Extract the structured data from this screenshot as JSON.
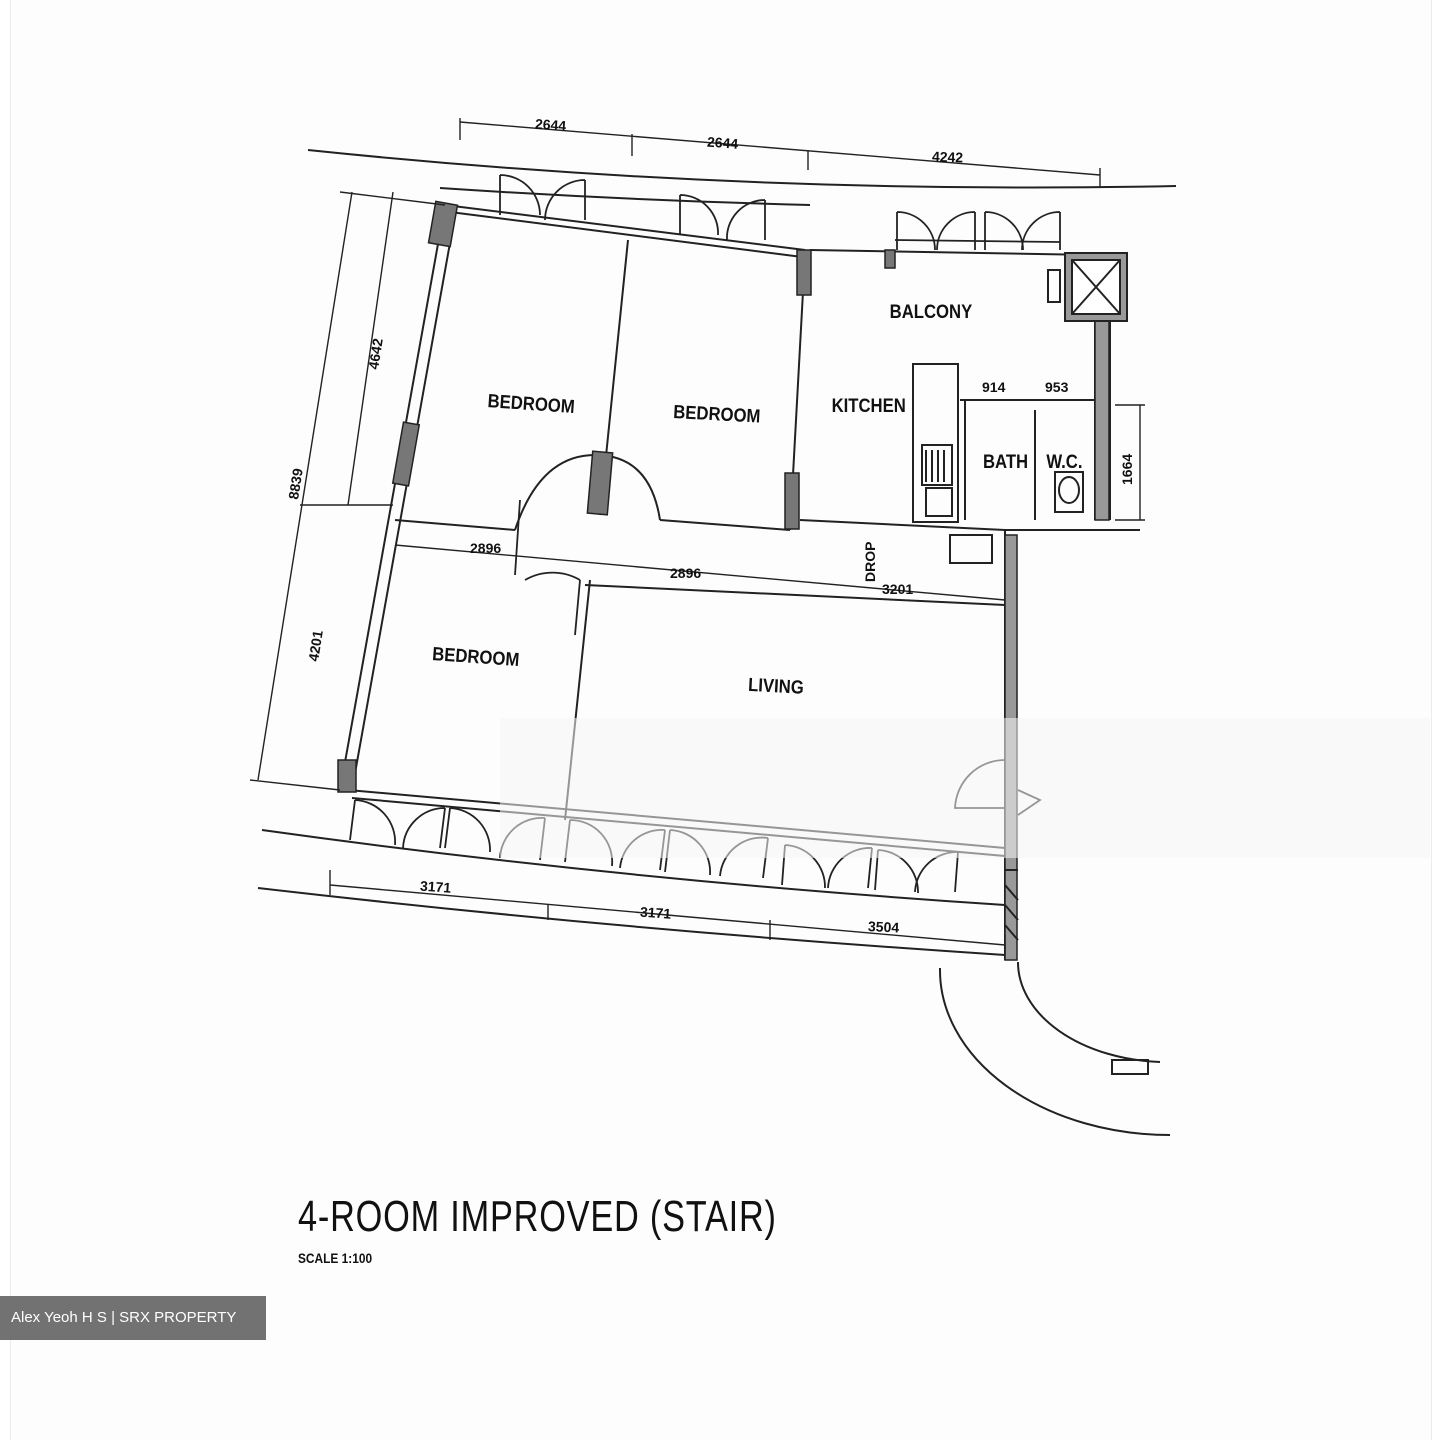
{
  "plan": {
    "title": "4-ROOM IMPROVED (STAIR)",
    "scale": "SCALE  1:100",
    "rooms": {
      "bedroom_1": "BEDROOM",
      "bedroom_2": "BEDROOM",
      "bedroom_3": "BEDROOM",
      "kitchen": "KITCHEN",
      "balcony": "BALCONY",
      "bath": "BATH",
      "wc": "W.C.",
      "living": "LIVING",
      "drop": "DROP"
    },
    "dimensions": {
      "top_1": "2644",
      "top_2": "2644",
      "top_3": "4242",
      "left_upper": "4642",
      "left_total": "8839",
      "left_lower": "4201",
      "corridor_1": "2896",
      "corridor_2": "2896",
      "corridor_3": "3201",
      "bath_width": "914",
      "wc_width": "953",
      "wc_depth": "1664",
      "bottom_1": "3171",
      "bottom_2": "3171",
      "bottom_3": "3504"
    }
  },
  "watermark": {
    "text": "Alex Yeoh H S | SRX PROPERTY"
  }
}
